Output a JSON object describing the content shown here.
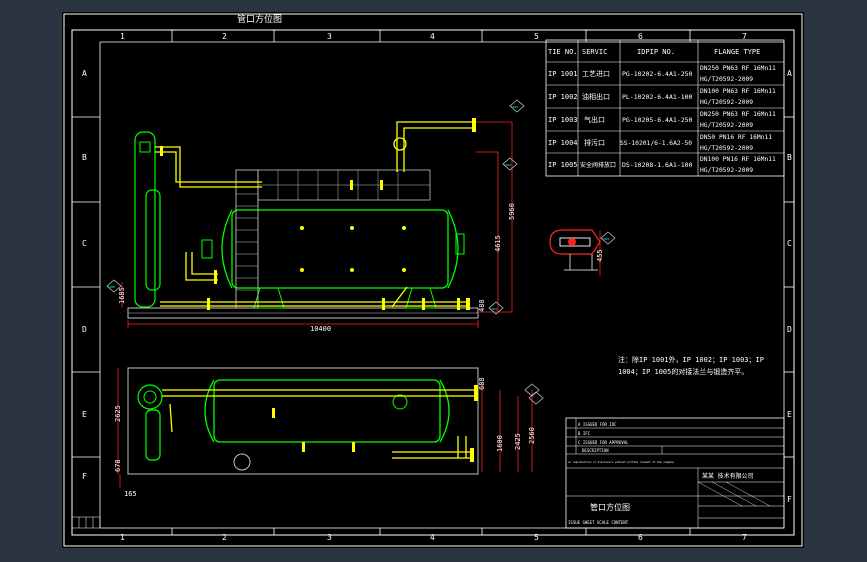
{
  "drawing": {
    "top_title": "管口方位图",
    "note_line1": "注：除IP 1001外，IP 1002；IP 1003；IP",
    "note_line2": "1004；IP 1005的对接法兰与锻造齐平。",
    "col_numbers": [
      "1",
      "2",
      "3",
      "4",
      "5",
      "6",
      "7"
    ],
    "row_letters": [
      "A",
      "B",
      "C",
      "D",
      "E",
      "F"
    ]
  },
  "nozzle_table": {
    "headers": [
      "TIE NO.",
      "SERVIC",
      "IDPIP NO.",
      "FLANGE TYPE"
    ],
    "rows": [
      {
        "tie": "IP 1001",
        "service": "工艺进口",
        "pip": "PG-10202-6.4A1-250",
        "flange1": "DN250 PN63 RF 16Mn11",
        "flange2": "HG/T20592-2009"
      },
      {
        "tie": "IP 1002",
        "service": "油相出口",
        "pip": "PL-10202-6.4A1-100",
        "flange1": "DN100 PN63 RF 16Mn11",
        "flange2": "HG/T20592-2009"
      },
      {
        "tie": "IP 1003",
        "service": "气出口",
        "pip": "PG-10205-6.4A1-250",
        "flange1": "DN250 PN63 RF 16Mn11",
        "flange2": "HG/T20592-2009"
      },
      {
        "tie": "IP 1004",
        "service": "排污口",
        "pip": "SS-10201/6-1.6A2-50",
        "flange1": "DN50 PN16 RF 16Mn11",
        "flange2": "HG/T20592-2009"
      },
      {
        "tie": "IP 1005",
        "service": "安全阀排放口",
        "pip": "DS-10208-1.6A1-100",
        "flange1": "DN100 PN16 RF 16Mn11",
        "flange2": "HG/T20592-2009"
      }
    ]
  },
  "dimensions": {
    "length": "10400",
    "h1": "5960",
    "h2": "4615",
    "h3": "455",
    "h4": "488",
    "h5": "1600",
    "h6": "2425",
    "h7": "2625",
    "h8": "2560",
    "h9": "1685",
    "h10": "678",
    "h11": "165",
    "h12": "688"
  },
  "callouts": [
    "1001",
    "1002",
    "1003",
    "1004",
    "1005"
  ],
  "title_block": {
    "drawing_name": "管口方位图",
    "company": "某某 技术有限公司",
    "rev_rows": [
      "A  ISSUED FOR IDC",
      "B  IFC",
      "C  ISSUED FOR APPROVAL"
    ],
    "description_header": "DESCRIPTION",
    "small_text": "ISSUE  SHEET  SCALE  CONTENT",
    "disclaimer": "no reproduction or disclosure without written consent of the company"
  },
  "colors": {
    "frame": "#ffffff",
    "vessel": "#00ff00",
    "piping": "#ffff00",
    "dim": "#ff2020",
    "steel": "#c0c0c0",
    "sheet": "#000000",
    "background": "#2b3340"
  }
}
